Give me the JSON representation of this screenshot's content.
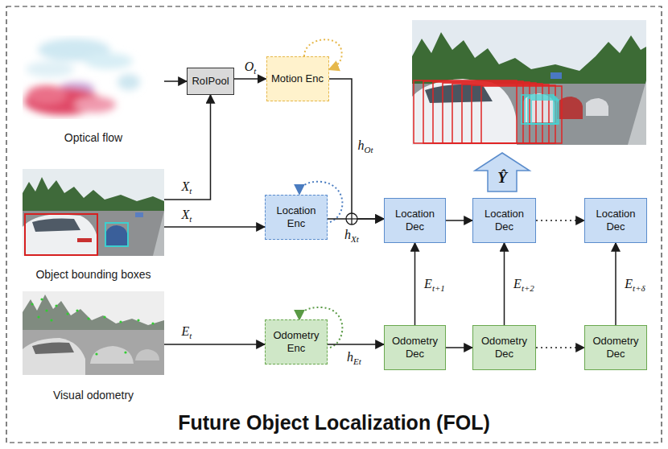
{
  "diagram": {
    "title": "Future Object Localization (FOL)",
    "nodes": [
      {
        "text": [
          "Optical flow"
        ]
      },
      {
        "text": [
          "RoIPool"
        ]
      },
      {
        "text": [
          "Motion Enc"
        ]
      },
      {
        "text": [
          "Object bounding boxes"
        ]
      },
      {
        "text": [
          "Location Enc"
        ]
      },
      {
        "text": [
          "Location Dec"
        ]
      },
      {
        "text": [
          "Location Dec"
        ]
      },
      {
        "text": [
          "Location Dec"
        ]
      },
      {
        "text": [
          "Visual odometry"
        ]
      },
      {
        "text": [
          "Odometry Enc"
        ]
      },
      {
        "text": [
          "Odometry Dec"
        ]
      },
      {
        "text": [
          "Odometry Dec"
        ]
      },
      {
        "text": [
          "Odometry Dec"
        ]
      }
    ],
    "edges": [
      {
        "from": 0,
        "to": 1,
        "arrow": "to"
      },
      {
        "from": 3,
        "to": 1,
        "label": "Xt",
        "arrow": "to"
      },
      {
        "from": 1,
        "to": 2,
        "label": "Ot",
        "arrow": "to"
      },
      {
        "from": 3,
        "to": 4,
        "label": "Xt",
        "arrow": "to"
      },
      {
        "from": 2,
        "to": 5,
        "label": "hOt",
        "arrow": "to"
      },
      {
        "from": 4,
        "to": 5,
        "label": "hXt",
        "arrow": "to"
      },
      {
        "from": 5,
        "to": 6,
        "arrow": "to"
      },
      {
        "from": 6,
        "to": 7,
        "arrow": "to"
      },
      {
        "from": 8,
        "to": 9,
        "label": "Et",
        "arrow": "to"
      },
      {
        "from": 9,
        "to": 10,
        "label": "hEt",
        "arrow": "to"
      },
      {
        "from": 10,
        "to": 11,
        "arrow": "to"
      },
      {
        "from": 11,
        "to": 12,
        "arrow": "to"
      },
      {
        "from": 10,
        "to": 5,
        "label": "Et+1",
        "arrow": "to"
      },
      {
        "from": 11,
        "to": 6,
        "label": "Et+2",
        "arrow": "to"
      },
      {
        "from": 12,
        "to": 7,
        "label": "Et+δ",
        "arrow": "to"
      }
    ],
    "labels": [
      "Ŷ"
    ]
  }
}
